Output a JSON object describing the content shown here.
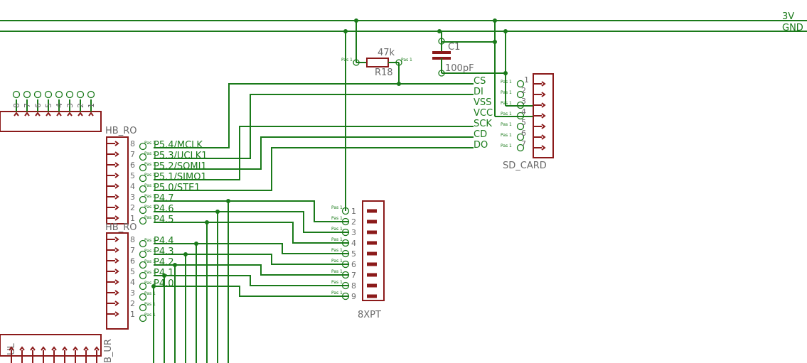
{
  "rails": {
    "vcc": "3V",
    "gnd": "GND"
  },
  "resistor": {
    "name": "R18",
    "value": "47k"
  },
  "capacitor": {
    "name": "C1",
    "value": "100pF"
  },
  "pad_text": "Pas 1",
  "sd_card": {
    "name": "SD_CARD",
    "pins": [
      "1",
      "2",
      "3",
      "4",
      "5",
      "6",
      "7"
    ],
    "signals": [
      "CS",
      "DI",
      "VSS",
      "VCC",
      "SCK",
      "CD",
      "DO"
    ]
  },
  "hb_ro_upper": {
    "name": "HB_RO",
    "pins": [
      "8",
      "7",
      "6",
      "5",
      "4",
      "3",
      "2",
      "1"
    ],
    "signals": [
      "P5.4/MCLK",
      "P5.3/UCLK1",
      "P5.2/SOMI1",
      "P5.1/SIMO1",
      "P5.0/STE1",
      "P4.7",
      "P4.6",
      "P4.5"
    ]
  },
  "hb_ro_lower": {
    "name": "HB_RO",
    "pins": [
      "8",
      "7",
      "6",
      "5",
      "4",
      "3",
      "2",
      "1"
    ],
    "signals": [
      "P4.4",
      "P4.3",
      "P4.2",
      "P4.1",
      "P4.0",
      "",
      "",
      ""
    ]
  },
  "conn_8xpt": {
    "name": "8XPT",
    "pins": [
      "1",
      "2",
      "3",
      "4",
      "5",
      "6",
      "7",
      "8",
      "9"
    ]
  },
  "top_left_header": {
    "pins": [
      "8",
      "7",
      "6",
      "5",
      "4",
      "3",
      "2",
      "1"
    ]
  },
  "bottom_left": {
    "name": "B_UR",
    "name_left": "UL"
  }
}
